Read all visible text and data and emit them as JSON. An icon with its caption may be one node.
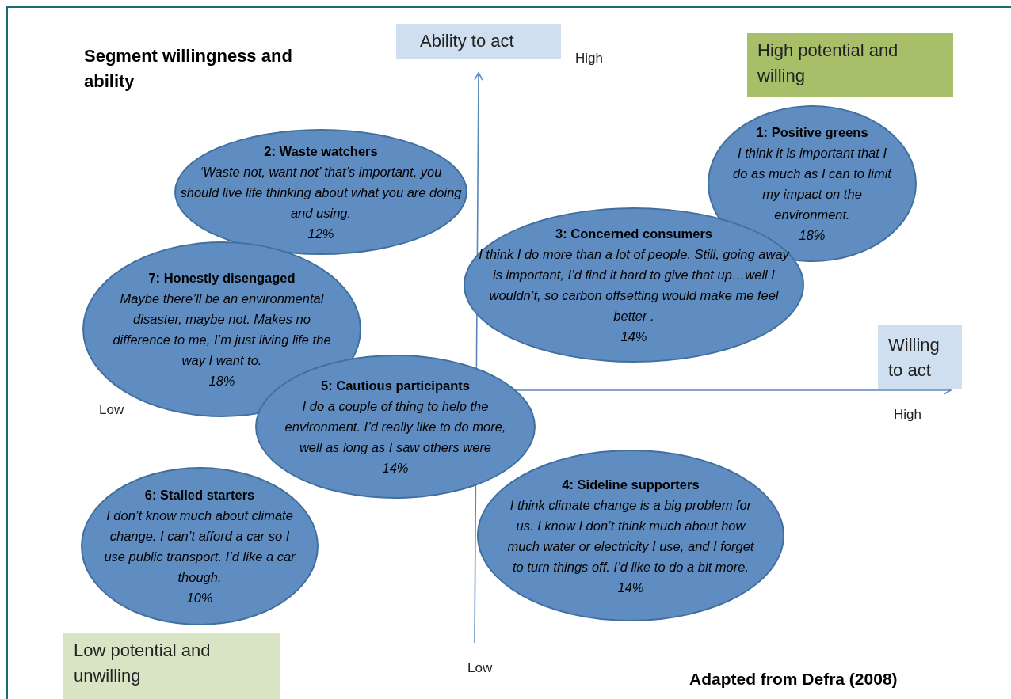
{
  "diagram": {
    "title": "Segment willingness and ability",
    "caption": "Adapted from Defra (2008)",
    "nodes": [
      {
        "text": [
          "High potential and willing"
        ]
      },
      {
        "text": [
          "2: Waste watchers",
          "‘Waste not, want not’ that’s important, you should live life thinking about what you are doing and using.",
          "12%"
        ]
      },
      {
        "text": [
          "1: Positive greens",
          "I think it is important that I do as much as I can to limit my impact on the environment.",
          "18%"
        ]
      },
      {
        "text": [
          "3: Concerned consumers",
          "I think I do more than a lot of people. Still, going away is important, I’d find it hard to give that up…well I wouldn’t, so carbon offsetting would make me feel better .",
          "14%"
        ]
      },
      {
        "text": [
          "7: Honestly disengaged",
          "Maybe there’ll be an environmental disaster, maybe not. Makes no difference to me, I’m just living life the way I want to.",
          "18%"
        ]
      },
      {
        "text": [
          "5: Cautious participants",
          "I do a couple of thing to help the environment. I’d really like to do more, well as long as I saw others were",
          "14%"
        ]
      },
      {
        "text": [
          "4: Sideline supporters",
          "I think climate change is a big problem for us. I know I don’t think much about how much water or electricity I use, and I forget to turn things off. I’d like to do a bit more.",
          "14%"
        ]
      },
      {
        "text": [
          "6: Stalled starters",
          "I don’t know much about climate change. I can’t afford a car so I use public transport. I’d like a car though.",
          "10%"
        ]
      },
      {
        "text": [
          "Low potential and unwilling"
        ]
      }
    ],
    "labels": [
      "Ability to act",
      "High",
      "Willing to act",
      "Low",
      "High",
      "Low"
    ]
  }
}
